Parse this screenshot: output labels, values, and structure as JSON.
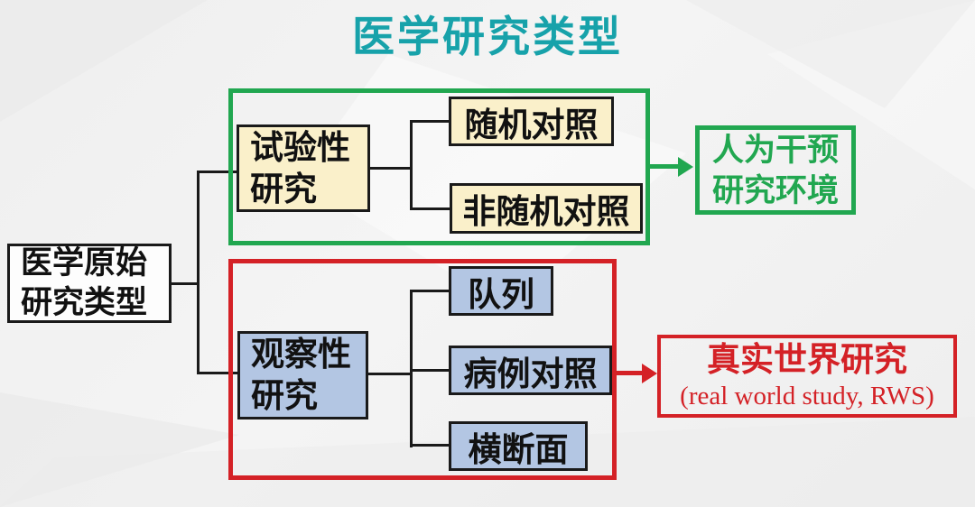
{
  "title": "医学研究类型",
  "root": {
    "label": "医学原始\n研究类型"
  },
  "experimental": {
    "parent_label": "试验性\n研究",
    "child1": "随机对照",
    "child2": "非随机对照",
    "outcome_label": "人为干预\n研究环境"
  },
  "observational": {
    "parent_label": "观察性\n研究",
    "child1": "队列",
    "child2": "病例对照",
    "child3": "横断面",
    "outcome_title": "真实世界研究",
    "outcome_subtitle": "(real world study, RWS)"
  },
  "colors": {
    "title_teal": "#17A2AA",
    "experimental_green": "#21A750",
    "observational_red": "#D42126",
    "experimental_fill": "#FAF0CA",
    "observational_fill": "#B3C6E3",
    "connector_black": "#1A1A1A"
  }
}
